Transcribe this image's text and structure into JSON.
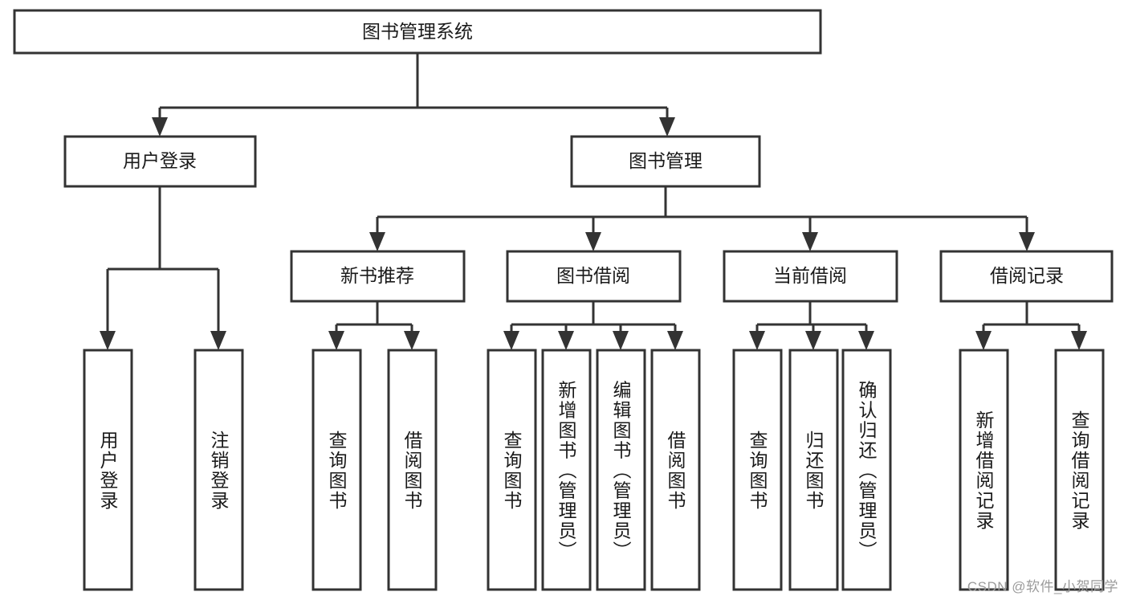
{
  "diagram": {
    "type": "tree-hierarchy",
    "title": "图书管理系统",
    "watermark": "CSDN @软件_小贺同学",
    "colors": {
      "stroke": "#333333",
      "fill": "#ffffff",
      "text": "#1a1a1a",
      "watermark": "#9b9b9b",
      "background": "#ffffff"
    },
    "levels": [
      {
        "level": 0,
        "nodes": [
          {
            "id": "root",
            "label": "图书管理系统",
            "orientation": "horizontal"
          }
        ]
      },
      {
        "level": 1,
        "nodes": [
          {
            "id": "login",
            "label": "用户登录",
            "orientation": "horizontal",
            "parent": "root"
          },
          {
            "id": "bookmgmt",
            "label": "图书管理",
            "orientation": "horizontal",
            "parent": "root"
          }
        ]
      },
      {
        "level": 2,
        "nodes": [
          {
            "id": "newbook",
            "label": "新书推荐",
            "orientation": "horizontal",
            "parent": "bookmgmt"
          },
          {
            "id": "borrow",
            "label": "图书借阅",
            "orientation": "horizontal",
            "parent": "bookmgmt"
          },
          {
            "id": "current",
            "label": "当前借阅",
            "orientation": "horizontal",
            "parent": "bookmgmt"
          },
          {
            "id": "record",
            "label": "借阅记录",
            "orientation": "horizontal",
            "parent": "bookmgmt"
          }
        ]
      },
      {
        "level": 3,
        "nodes": [
          {
            "id": "leaf-user-login",
            "label": "用户登录",
            "orientation": "vertical",
            "parent": "login"
          },
          {
            "id": "leaf-user-logout",
            "label": "注销登录",
            "orientation": "vertical",
            "parent": "login"
          },
          {
            "id": "leaf-new-query",
            "label": "查询图书",
            "orientation": "vertical",
            "parent": "newbook"
          },
          {
            "id": "leaf-new-borrow",
            "label": "借阅图书",
            "orientation": "vertical",
            "parent": "newbook"
          },
          {
            "id": "leaf-borrow-query",
            "label": "查询图书",
            "orientation": "vertical",
            "parent": "borrow"
          },
          {
            "id": "leaf-borrow-add",
            "label": "新增图书（管理员）",
            "orientation": "vertical",
            "parent": "borrow"
          },
          {
            "id": "leaf-borrow-edit",
            "label": "编辑图书（管理员）",
            "orientation": "vertical",
            "parent": "borrow"
          },
          {
            "id": "leaf-borrow-lend",
            "label": "借阅图书",
            "orientation": "vertical",
            "parent": "borrow"
          },
          {
            "id": "leaf-cur-query",
            "label": "查询图书",
            "orientation": "vertical",
            "parent": "current"
          },
          {
            "id": "leaf-cur-return",
            "label": "归还图书",
            "orientation": "vertical",
            "parent": "current"
          },
          {
            "id": "leaf-cur-confirm",
            "label": "确认归还（管理员）",
            "orientation": "vertical",
            "parent": "current"
          },
          {
            "id": "leaf-rec-add",
            "label": "新增借阅记录",
            "orientation": "vertical",
            "parent": "record"
          },
          {
            "id": "leaf-rec-query",
            "label": "查询借阅记录",
            "orientation": "vertical",
            "parent": "record"
          }
        ]
      }
    ]
  }
}
